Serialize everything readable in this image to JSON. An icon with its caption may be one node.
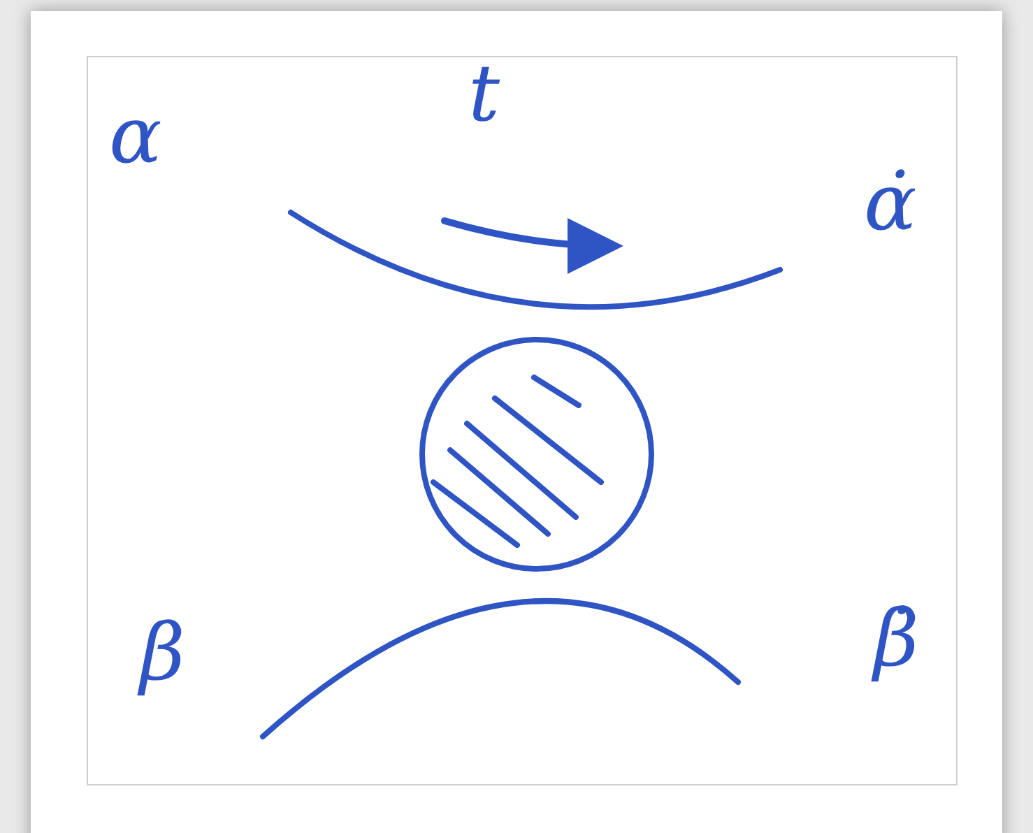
{
  "diagram": {
    "labels": [
      "α",
      "t",
      "α̇",
      "β",
      "β̇"
    ]
  }
}
